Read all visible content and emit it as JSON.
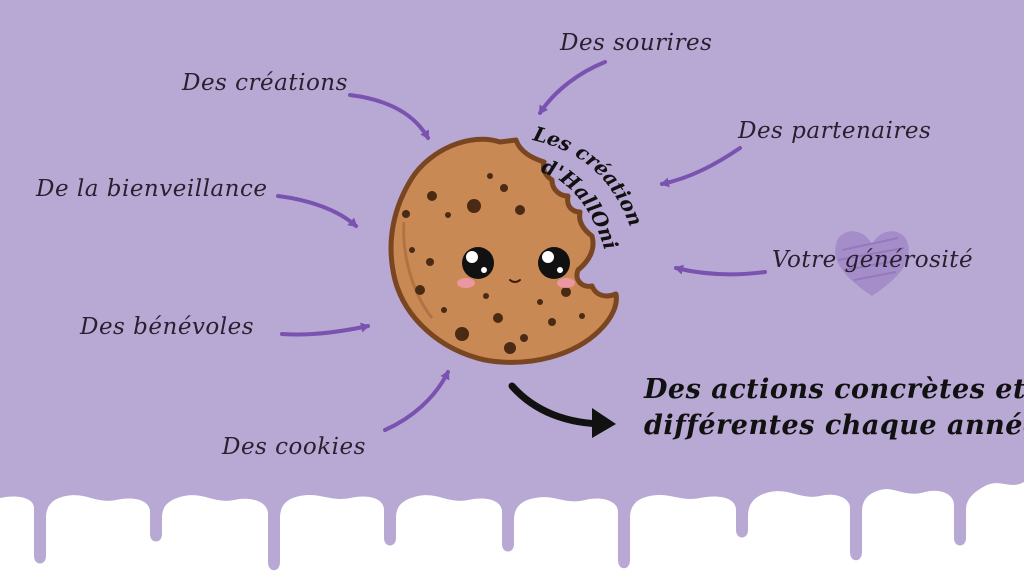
{
  "labels": {
    "creations": "Des créations",
    "sourires": "Des sourires",
    "partenaires": "Des partenaires",
    "bienveillance": "De la bienveillance",
    "generosite": "Votre générosité",
    "benevoles": "Des bénévoles",
    "cookies": "Des cookies"
  },
  "result": {
    "line1": "Des actions concrètes et",
    "line2": "différentes chaque année"
  },
  "brand": {
    "line1": "Les créations",
    "line2": "d'HallOni"
  },
  "colors": {
    "background": "#b8a8d4",
    "arrow": "#7a52b0",
    "cookie": "#c98954",
    "cookie_edge": "#7a4621",
    "heart": "#9d84c4",
    "text": "#2a1f2e"
  }
}
